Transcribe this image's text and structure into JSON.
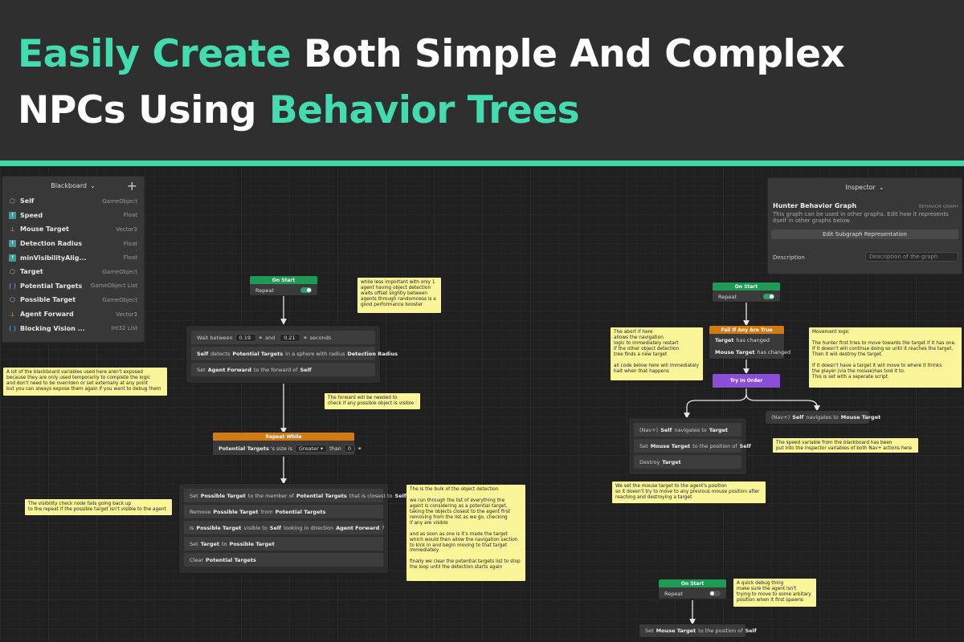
{
  "banner": {
    "line1_highlight": "Easily Create",
    "line1_rest": " Both Simple And Complex",
    "line2_rest": "NPCs Using ",
    "line2_highlight": "Behavior Trees",
    "accent_color": "#43dbb0"
  },
  "blackboard": {
    "title": "Blackboard",
    "items": [
      {
        "name": "Self",
        "type": "GameObject",
        "icon": "gameobject-icon"
      },
      {
        "name": "Speed",
        "type": "Float",
        "icon": "float-icon"
      },
      {
        "name": "Mouse Target",
        "type": "Vector3",
        "icon": "vector3-icon"
      },
      {
        "name": "Detection Radius",
        "type": "Float",
        "icon": "float-icon"
      },
      {
        "name": "minVisibilityAlig...",
        "type": "Float",
        "icon": "float-icon"
      },
      {
        "name": "Target",
        "type": "GameObject",
        "icon": "gameobject-icon"
      },
      {
        "name": "Potential Targets",
        "type": "GameObject List",
        "icon": "list-icon"
      },
      {
        "name": "Possible Target",
        "type": "GameObject",
        "icon": "gameobject-icon"
      },
      {
        "name": "Agent Forward",
        "type": "Vector3",
        "icon": "vector3-icon"
      },
      {
        "name": "Blocking Vision ...",
        "type": "Int32 List",
        "icon": "list-icon"
      }
    ]
  },
  "inspector": {
    "title": "Inspector",
    "graph_name": "Hunter Behavior Graph",
    "tag": "BEHAVIOR GRAPH",
    "description": "This graph can be used in other graphs. Edit how it represents itself in other graphs below.",
    "button": "Edit Subgraph Representation",
    "desc_label": "Description",
    "desc_placeholder": "Description of the graph"
  },
  "nodes": {
    "on_start_1": {
      "title": "On Start",
      "row": "Repeat"
    },
    "on_start_2": {
      "title": "On Start",
      "row": "Repeat"
    },
    "on_start_3": {
      "title": "On Start",
      "row": "Repeat"
    },
    "detect_seq": {
      "wait_a": "Wait between",
      "wait_v1": "0.19",
      "wait_and": "and",
      "wait_v2": "0.21",
      "wait_unit": "seconds",
      "d1": "Self",
      "d2": "detects",
      "d3": "Potential Targets",
      "d4": "in a sphere with radius",
      "d5": "Detection Radius",
      "f1": "Set",
      "f2": "Agent Forward",
      "f3": "to the forward of",
      "f4": "Self"
    },
    "repeat_while": {
      "title": "Repeat While",
      "a": "Potential Targets",
      "b": "'s size is",
      "op": "Greater",
      "c": "than",
      "v": "0"
    },
    "check_seq": {
      "r1a": "Set",
      "r1b": "Possible Target",
      "r1c": "to the member of",
      "r1d": "Potential Targets",
      "r1e": "that is closest to",
      "r1f": "Self",
      "r2a": "Remove",
      "r2b": "Possible Target",
      "r2c": "from",
      "r2d": "Potential Targets",
      "r3a": "Is",
      "r3b": "Possible Target",
      "r3c": "visible to",
      "r3d": "Self",
      "r3e": "looking in direction",
      "r3f": "Agent Forward",
      "r3g": "?",
      "r4a": "Set",
      "r4b": "Target",
      "r4c": "to",
      "r4d": "Possible Target",
      "r5a": "Clear",
      "r5b": "Potential Targets"
    },
    "fail_if": {
      "title": "Fail If Any Are True",
      "r1a": "Target",
      "r1b": "has changed",
      "r2a": "Mouse Target",
      "r2b": "has changed"
    },
    "try_order": {
      "title": "Try In Order"
    },
    "nav_seq": {
      "r1a": "(Nav+)",
      "r1b": "Self",
      "r1c": "navigates to",
      "r1d": "Target",
      "r2a": "Set",
      "r2b": "Mouse Target",
      "r2c": "to the position of",
      "r2d": "Self",
      "r3a": "Destroy",
      "r3b": "Target"
    },
    "nav_mouse": {
      "a": "(Nav+)",
      "b": "Self",
      "c": "navigates to",
      "d": "Mouse Target"
    },
    "debug_set": {
      "a": "Set",
      "b": "Mouse Target",
      "c": "to the position of",
      "d": "Self"
    }
  },
  "notes": {
    "n1": "while less important with only 1\nagent having object detection\nwaits offset slightly between\nagents through randomness is a\ngood performance booster",
    "n2": "A lot of the blackboard variables used here aren't exposed\nbecause they are only used temporarily to complete the logic\nand don't need to be overriden or set externally at any point\nbut you can always expose them again if you want to debug them",
    "n3": "The forward will be needed to\ncheck if any possible object is visible",
    "n4": "The visibility check node fails going back up\nto the repeat if the possible target isn't visible to the agent",
    "n5": "The is the bulk of the object detection\n\nwe run through the list of everything the\nagent is considering as a potential target,\ntaking the objects closest to the agent first\nremoving from the list as we go, checking\nif any are visible\n\nand as soon as one is it's made the target\nwhich would then allow the navigation section\nto kick in and begin moving to that target\nimmediately\n\nfinally we clear the potential targets list to stop\nthe loop until the detection starts again",
    "n6": "The abort if here\nallows the navigation\nlogic to immediately restart\nif the other object detection\ntree finds a new target\n\nall code below here will immediately\nhalt when that happens",
    "n7": "Movement logic\n\nThe hunter first tries to move towards the target if it has one.\nIf it doesn't will continue doing so until it reaches the target.\nThen it will destroy the target.\n\nIf it doesn't have a target it will move to where it thinks\nthe player (via the mouse)has told it to.\nThis is set with a seperate script.",
    "n8": "The speed variable from the blackboard has been\nput into the inspector variables of both Nav+ actions here",
    "n9": "We set the mouse target to the agent's position\nso it doesn't try to move to any previous mouse position after\nreaching and destroying a target",
    "n10": "A quick debug thing\nmake sure the agent isn't\ntrying to move to some arbitary\nposition when it first spawns"
  }
}
